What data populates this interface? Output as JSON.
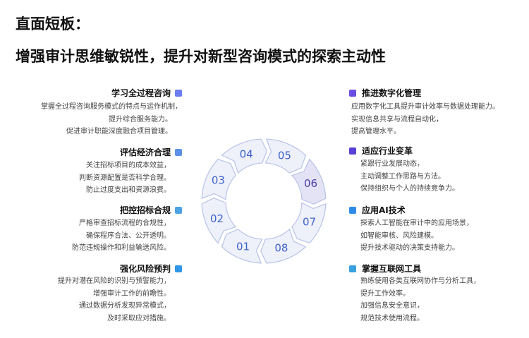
{
  "header": {
    "line1": "直面短板：",
    "line2": "增强审计思维敏锐性，提升对新型咨询模式的探索主动性"
  },
  "colors": {
    "cycle_fill": "#eef0fa",
    "cycle_stroke": "#b8c3e6",
    "number_color": "#3d62c8",
    "active_fill": "#e4e2f5",
    "active_number": "#4a3fa6"
  },
  "left_items": [
    {
      "title": "学习全过程咨询",
      "color": "#6d7cf0",
      "lines": [
        "掌握全过程咨询服务模式的特点与运作机制，",
        "提升综合服务能力。",
        "促进审计职能深度融合项目管理。"
      ]
    },
    {
      "title": "评估经济合理",
      "color": "#5b8fe8",
      "lines": [
        "关注招标项目的成本效益，",
        "判断资源配置是否科学合理。",
        "防止过度支出和资源浪费。"
      ]
    },
    {
      "title": "把控招标合规",
      "color": "#4da2e3",
      "lines": [
        "严格审查招标流程的合规性，",
        "确保程序合法、公开透明。",
        "防范违规操作和利益输送风险。"
      ]
    },
    {
      "title": "强化风险预判",
      "color": "#2f96e8",
      "lines": [
        "提升对潜在风险的识别与预警能力，",
        "增强审计工作的前瞻性。",
        "通过数据分析发现异常模式，",
        "及时采取应对措施。"
      ]
    }
  ],
  "right_items": [
    {
      "title": "推进数字化管理",
      "color": "#6a4de3",
      "lines": [
        "应用数字化工具提升审计效率与数据处理能力。",
        "实现信息共享与流程自动化，",
        "提高管理水平。"
      ]
    },
    {
      "title": "适应行业变革",
      "color": "#5a3fd6",
      "lines": [
        "紧跟行业发展动态，",
        "主动调整工作思路与方法。",
        "保持组织与个人的持续竞争力。"
      ]
    },
    {
      "title": "应用AI技术",
      "color": "#2d8be6",
      "lines": [
        "探索人工智能在审计中的应用场景，",
        "如智能审核、风险建模。",
        "提升技术驱动的决策支持能力。"
      ]
    },
    {
      "title": "掌握互联网工具",
      "color": "#3ba0e0",
      "lines": [
        "熟练使用各类互联网协作与分析工具，",
        "提升工作效率。",
        "加强信息安全意识，",
        "规范技术使用流程。"
      ]
    }
  ],
  "cycle": {
    "segments": [
      "05",
      "06",
      "07",
      "08",
      "01",
      "02",
      "03",
      "04"
    ],
    "active": "06"
  }
}
